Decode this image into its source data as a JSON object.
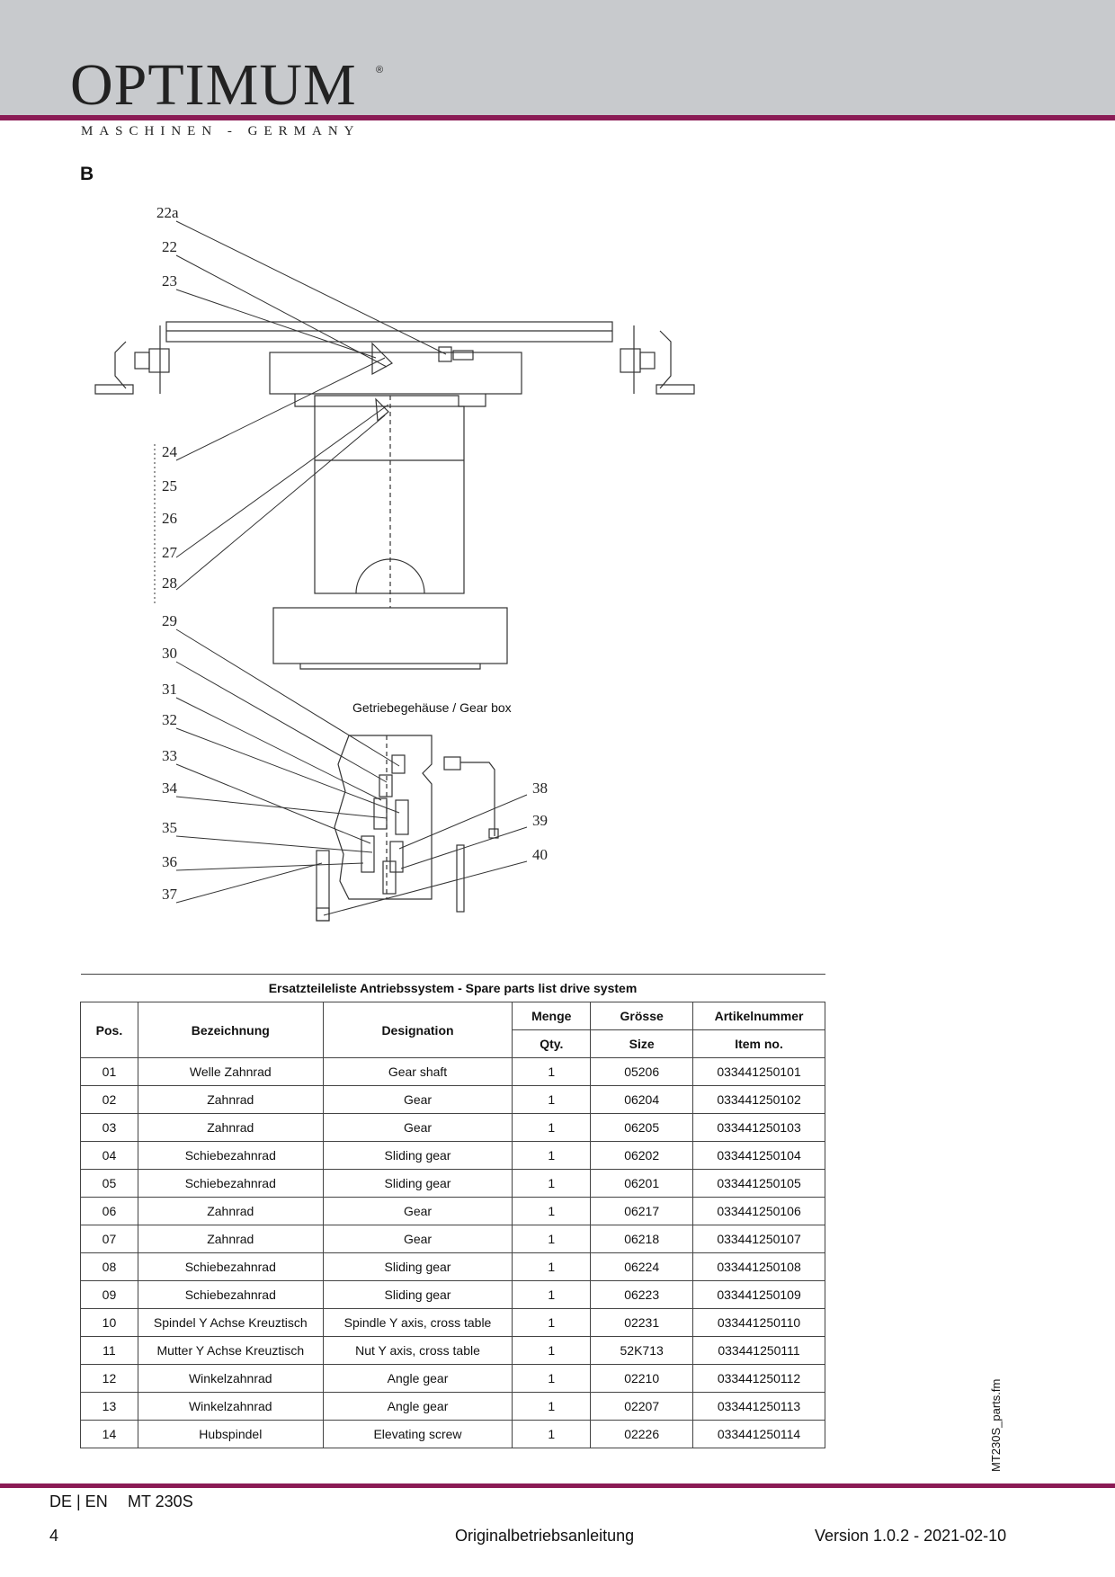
{
  "header": {
    "brand": "OPTIMUM",
    "registered_mark": "®",
    "tagline": "MASCHINEN - GERMANY"
  },
  "section": {
    "letter": "B"
  },
  "diagram": {
    "callouts_top": [
      "22a",
      "22",
      "23",
      "24",
      "25",
      "26",
      "27",
      "28",
      "29",
      "30",
      "31",
      "32",
      "33",
      "34",
      "35",
      "36",
      "37"
    ],
    "callouts_right": [
      "38",
      "39",
      "40"
    ],
    "gearbox_caption": "Getriebegehäuse / Gear box"
  },
  "table": {
    "title": "Ersatzteileliste Antriebssystem - Spare parts list drive system",
    "headers": {
      "pos": "Pos.",
      "bezeichnung": "Bezeichnung",
      "designation": "Designation",
      "menge": "Menge",
      "qty": "Qty.",
      "groesse": "Grösse",
      "size": "Size",
      "artikelnummer": "Artikelnummer",
      "item_no": "Item no."
    },
    "rows": [
      [
        "01",
        "Welle Zahnrad",
        "Gear shaft",
        "1",
        "05206",
        "033441250101"
      ],
      [
        "02",
        "Zahnrad",
        "Gear",
        "1",
        "06204",
        "033441250102"
      ],
      [
        "03",
        "Zahnrad",
        "Gear",
        "1",
        "06205",
        "033441250103"
      ],
      [
        "04",
        "Schiebezahnrad",
        "Sliding gear",
        "1",
        "06202",
        "033441250104"
      ],
      [
        "05",
        "Schiebezahnrad",
        "Sliding gear",
        "1",
        "06201",
        "033441250105"
      ],
      [
        "06",
        "Zahnrad",
        "Gear",
        "1",
        "06217",
        "033441250106"
      ],
      [
        "07",
        "Zahnrad",
        "Gear",
        "1",
        "06218",
        "033441250107"
      ],
      [
        "08",
        "Schiebezahnrad",
        "Sliding gear",
        "1",
        "06224",
        "033441250108"
      ],
      [
        "09",
        "Schiebezahnrad",
        "Sliding gear",
        "1",
        "06223",
        "033441250109"
      ],
      [
        "10",
        "Spindel Y Achse Kreuztisch",
        "Spindle Y axis, cross table",
        "1",
        "02231",
        "033441250110"
      ],
      [
        "11",
        "Mutter Y Achse Kreuztisch",
        "Nut Y axis, cross table",
        "1",
        "52K713",
        "033441250111"
      ],
      [
        "12",
        "Winkelzahnrad",
        "Angle gear",
        "1",
        "02210",
        "033441250112"
      ],
      [
        "13",
        "Winkelzahnrad",
        "Angle gear",
        "1",
        "02207",
        "033441250113"
      ],
      [
        "14",
        "Hubspindel",
        "Elevating screw",
        "1",
        "02226",
        "033441250114"
      ]
    ]
  },
  "side_file": "MT230S_parts.fm",
  "footer": {
    "languages": "DE | EN",
    "model": "MT 230S",
    "page": "4",
    "document": "Originalbetriebsanleitung",
    "version": "Version 1.0.2 - 2021-02-10"
  },
  "colors": {
    "accent": "#8b1b55",
    "header_band": "#c8cacd"
  }
}
